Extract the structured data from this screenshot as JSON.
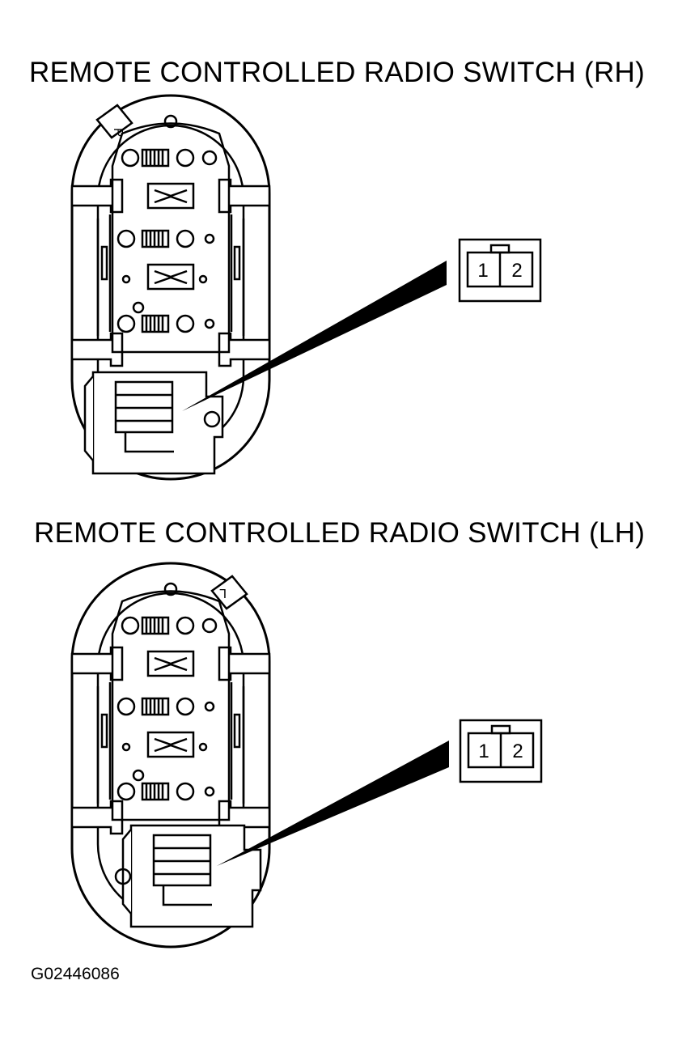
{
  "diagram": {
    "rh": {
      "title": "REMOTE CONTROLLED RADIO SWITCH (RH)",
      "side_marker": "R",
      "connector_pins": [
        "1",
        "2"
      ]
    },
    "lh": {
      "title": "REMOTE CONTROLLED RADIO SWITCH (LH)",
      "side_marker": "L",
      "connector_pins": [
        "1",
        "2"
      ]
    },
    "figure_code": "G02446086"
  }
}
